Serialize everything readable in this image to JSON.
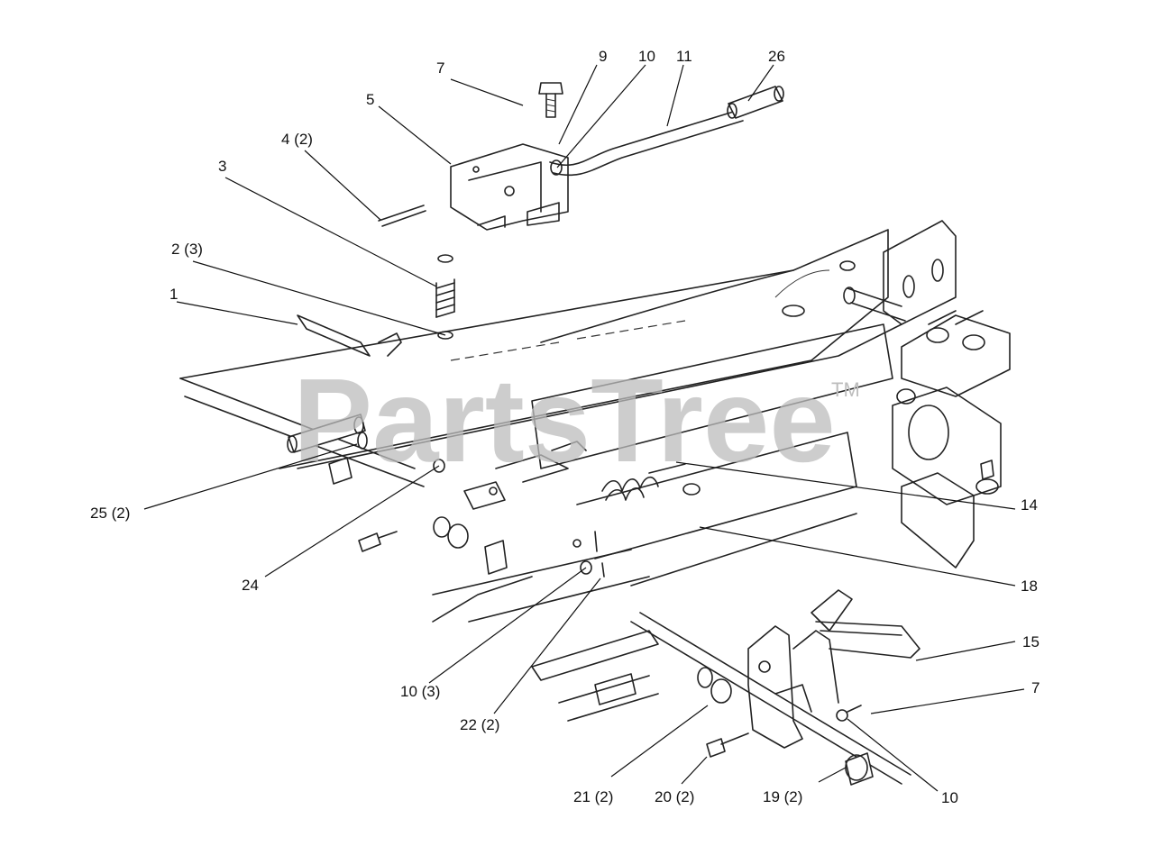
{
  "watermark": {
    "text": "PartsTree",
    "tm": "TM"
  },
  "callouts": [
    {
      "id": "c1",
      "label": "1"
    },
    {
      "id": "c2",
      "label": "2 (3)"
    },
    {
      "id": "c3",
      "label": "3"
    },
    {
      "id": "c4",
      "label": "4 (2)"
    },
    {
      "id": "c5",
      "label": "5"
    },
    {
      "id": "c7a",
      "label": "7"
    },
    {
      "id": "c9",
      "label": "9"
    },
    {
      "id": "c10a",
      "label": "10"
    },
    {
      "id": "c11",
      "label": "11"
    },
    {
      "id": "c26",
      "label": "26"
    },
    {
      "id": "c25",
      "label": "25 (2)"
    },
    {
      "id": "c24",
      "label": "24"
    },
    {
      "id": "c14",
      "label": "14"
    },
    {
      "id": "c18",
      "label": "18"
    },
    {
      "id": "c15",
      "label": "15"
    },
    {
      "id": "c7b",
      "label": "7"
    },
    {
      "id": "c10b",
      "label": "10 (3)"
    },
    {
      "id": "c22",
      "label": "22 (2)"
    },
    {
      "id": "c21",
      "label": "21 (2)"
    },
    {
      "id": "c20",
      "label": "20 (2)"
    },
    {
      "id": "c19",
      "label": "19 (2)"
    },
    {
      "id": "c10c",
      "label": "10"
    }
  ]
}
